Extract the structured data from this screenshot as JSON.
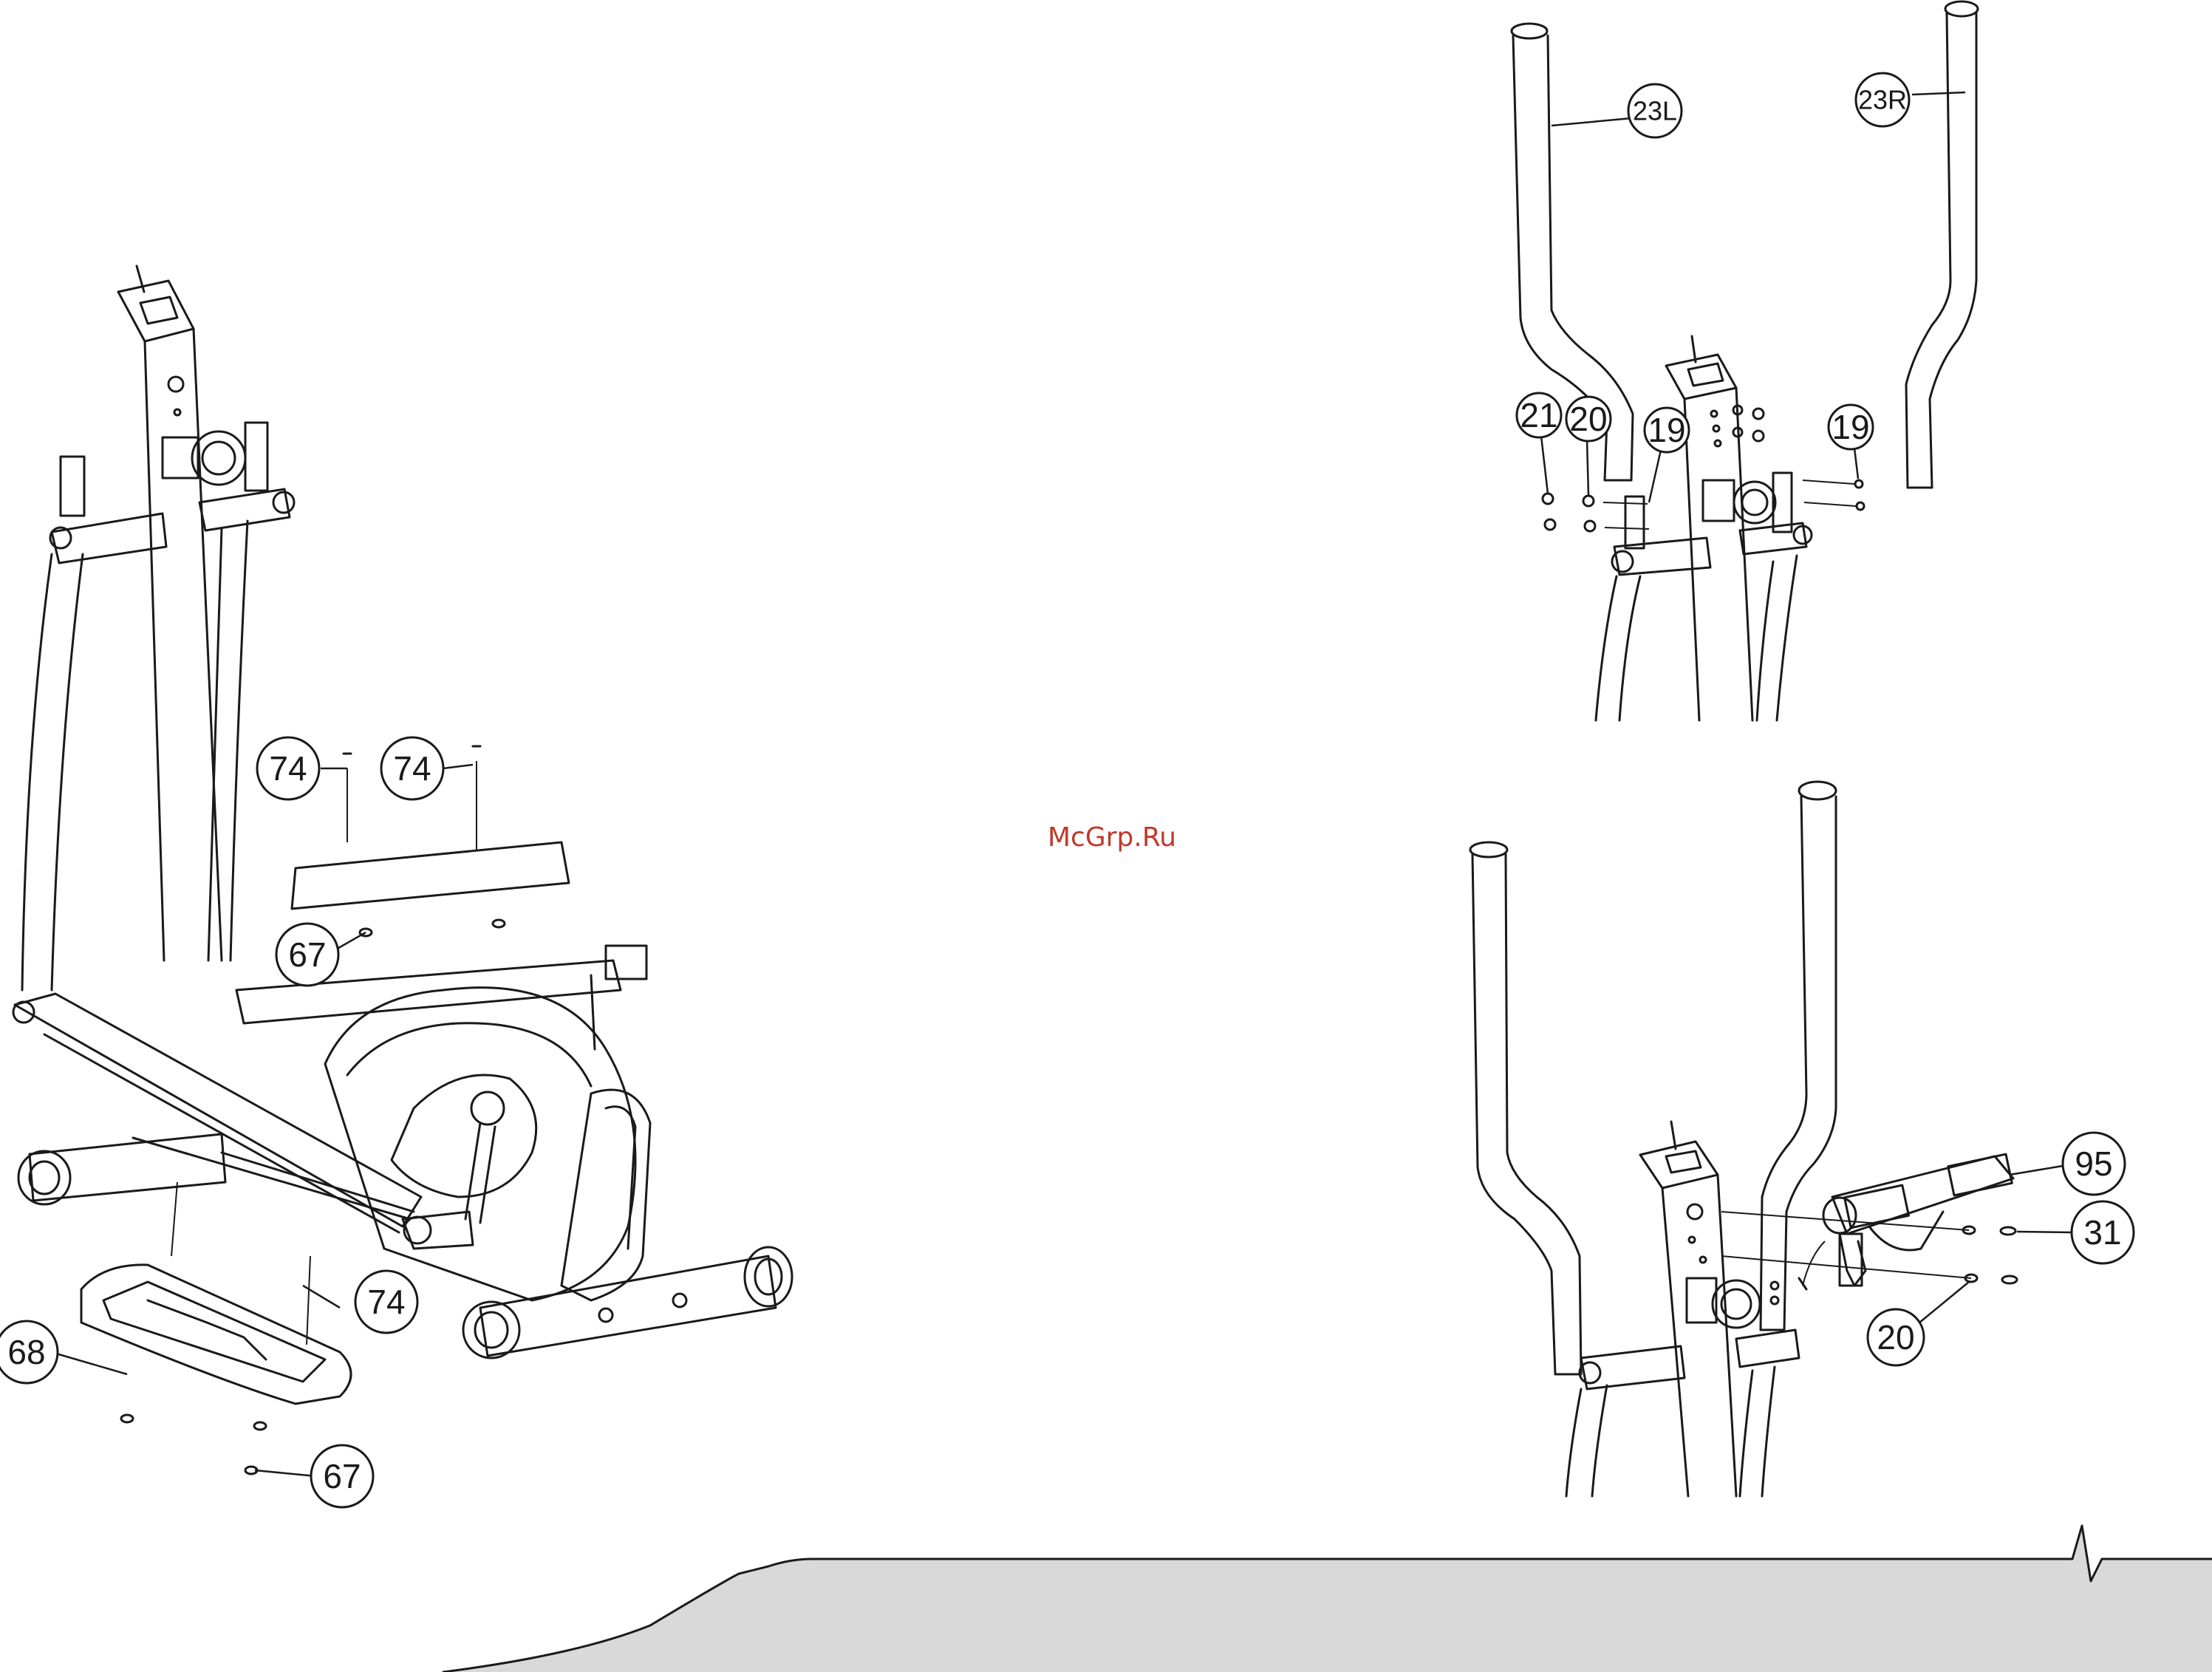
{
  "watermark": "McGrp.Ru",
  "callouts": {
    "c74a": "74",
    "c74b": "74",
    "c67a": "67",
    "c74c": "74",
    "c68": "68",
    "c67b": "67",
    "c23L": "23L",
    "c23R": "23R",
    "c21": "21",
    "c20a": "20",
    "c19a": "19",
    "c19b": "19",
    "c95": "95",
    "c31": "31",
    "c20b": "20"
  },
  "colors": {
    "line": "#1a1a1a",
    "footer_band": "#d9d9d9",
    "watermark": "#c0392b"
  }
}
